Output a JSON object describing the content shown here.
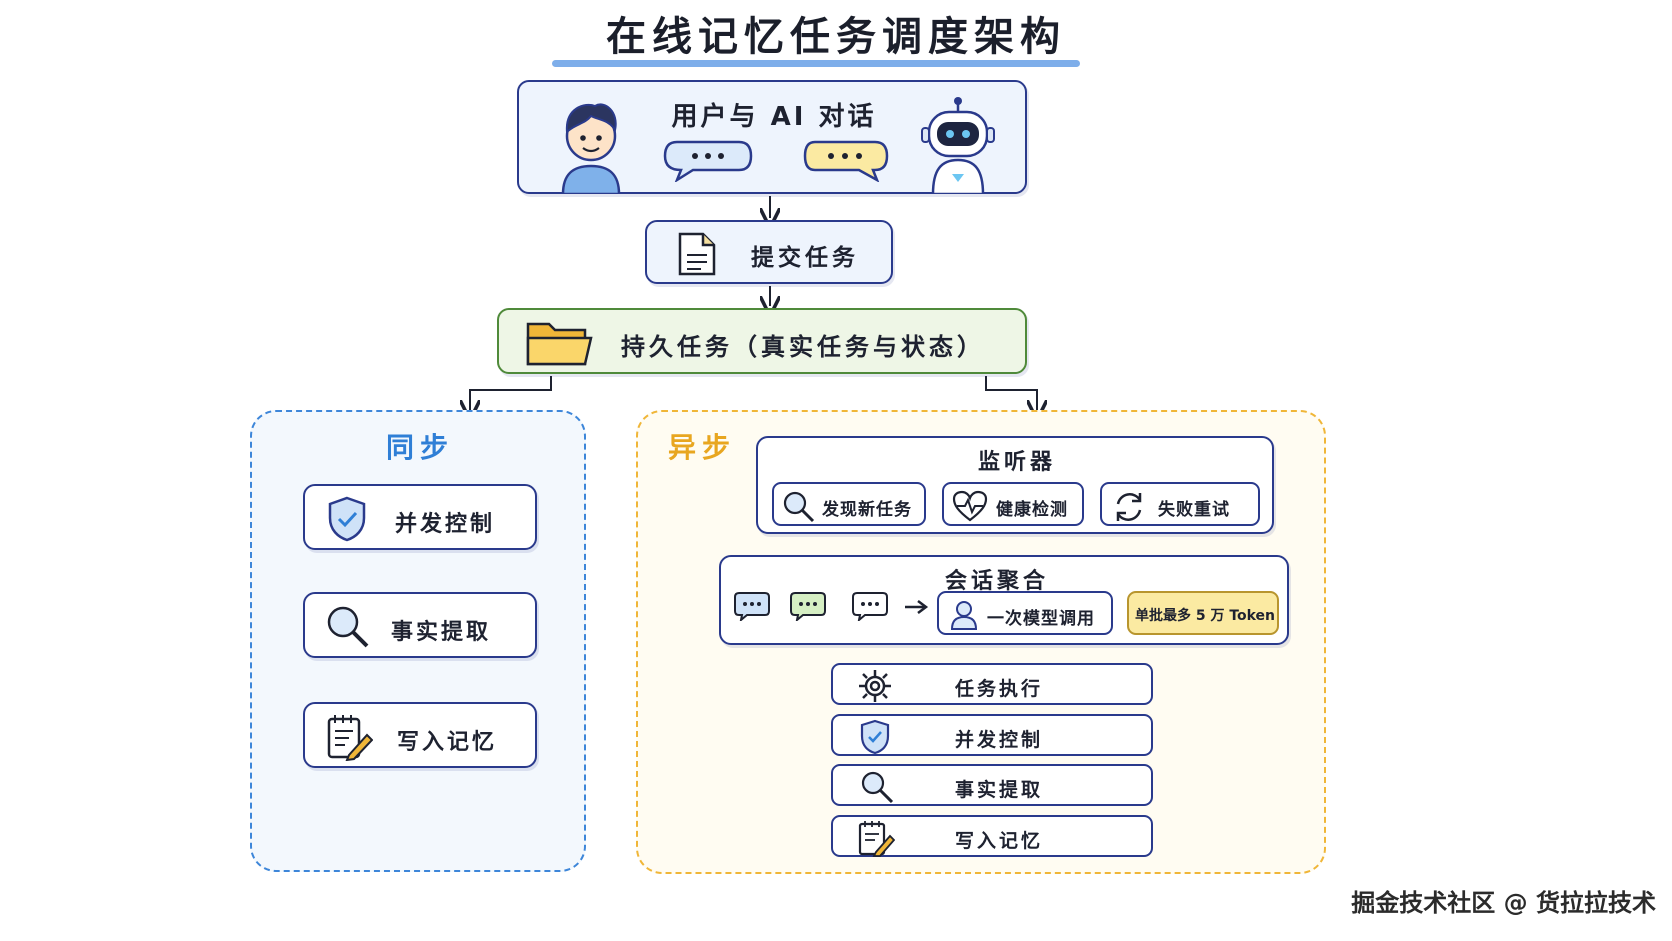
{
  "title": "在线记忆任务调度架构",
  "top": {
    "label": "用户与 AI 对话"
  },
  "submit": {
    "label": "提交任务"
  },
  "persist": {
    "label": "持久任务（真实任务与状态）"
  },
  "sync": {
    "title": "同步",
    "steps": [
      {
        "label": "并发控制",
        "icon": "shield-check-icon"
      },
      {
        "label": "事实提取",
        "icon": "magnifier-icon"
      },
      {
        "label": "写入记忆",
        "icon": "notepad-pencil-icon"
      }
    ]
  },
  "async": {
    "title": "异步",
    "listener": {
      "title": "监听器",
      "items": [
        {
          "label": "发现新任务",
          "icon": "magnifier-icon"
        },
        {
          "label": "健康检测",
          "icon": "heartbeat-icon"
        },
        {
          "label": "失败重试",
          "icon": "retry-icon"
        }
      ]
    },
    "aggregate": {
      "title": "会话聚合",
      "model_call": "一次模型调用",
      "batch_note": "单批最多 5 万 Token"
    },
    "steps": [
      {
        "label": "任务执行",
        "icon": "gear-icon"
      },
      {
        "label": "并发控制",
        "icon": "shield-check-icon"
      },
      {
        "label": "事实提取",
        "icon": "magnifier-icon"
      },
      {
        "label": "写入记忆",
        "icon": "notepad-pencil-icon"
      }
    ]
  },
  "colors": {
    "navy": "#2a3a8c",
    "blue": "#3d86d9",
    "orange": "#f0b638",
    "green": "#4f8a3a",
    "yellow": "#fbeaa2"
  },
  "watermark": "掘金技术社区 @ 货拉拉技术"
}
